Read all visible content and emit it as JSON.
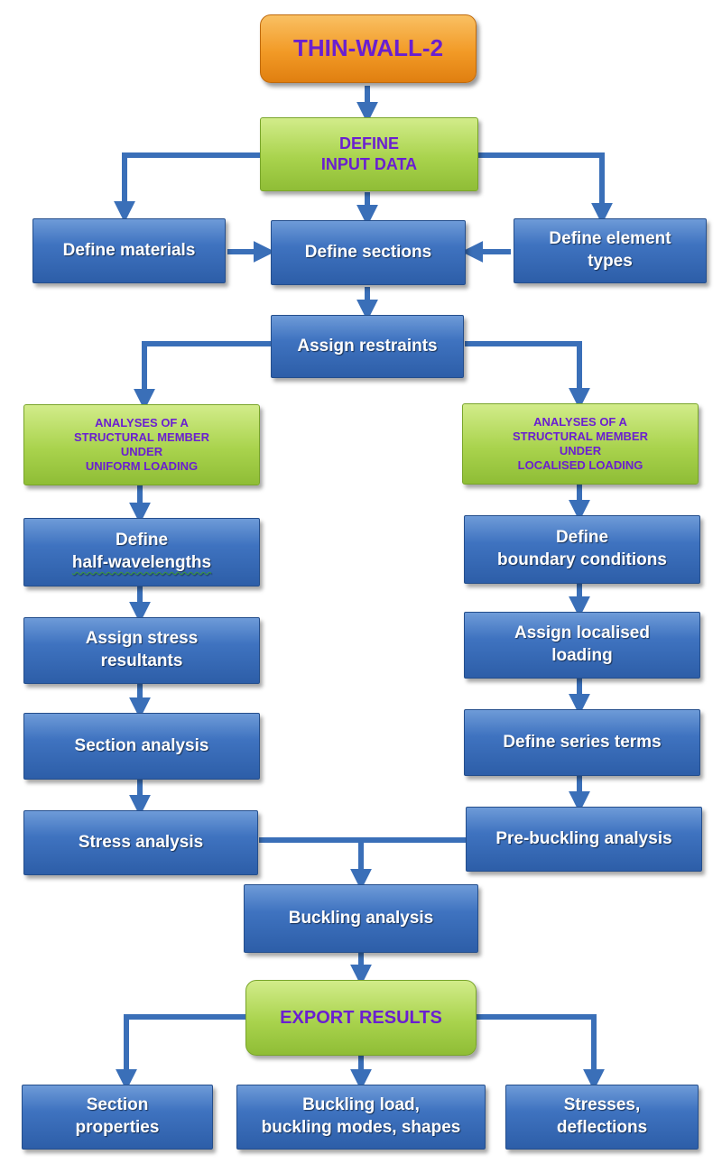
{
  "nodes": {
    "title": "THIN-WALL-2",
    "input_line1": "DEFINE",
    "input_line2": "INPUT DATA",
    "materials": "Define materials",
    "sections": "Define sections",
    "element_types_line1": "Define element",
    "element_types_line2": "types",
    "restraints": "Assign restraints",
    "uniform_line1": "ANALYSES OF A",
    "uniform_line2": "STRUCTURAL MEMBER",
    "uniform_line3": "UNDER",
    "uniform_line4": "UNIFORM LOADING",
    "localised_line1": "ANALYSES OF A",
    "localised_line2": "STRUCTURAL MEMBER",
    "localised_line3": "UNDER",
    "localised_line4": "LOCALISED LOADING",
    "half_line1": "Define",
    "half_line2": "half-wavelengths",
    "stress_res_line1": "Assign stress",
    "stress_res_line2": "resultants",
    "section_analysis": "Section analysis",
    "stress_analysis": "Stress analysis",
    "boundary_line1": "Define",
    "boundary_line2": "boundary conditions",
    "loc_load_line1": "Assign localised",
    "loc_load_line2": "loading",
    "series_terms": "Define series terms",
    "prebuckling": "Pre-buckling analysis",
    "buckling": "Buckling analysis",
    "export": "EXPORT RESULTS",
    "sec_props_line1": "Section",
    "sec_props_line2": "properties",
    "buck_load_line1": "Buckling load,",
    "buck_load_line2": "buckling modes, shapes",
    "stresses_line1": "Stresses,",
    "stresses_line2": "deflections"
  },
  "colors": {
    "blue_box": "#3f73c0",
    "green_box": "#a9d34d",
    "orange_box": "#f29a26",
    "label_purple": "#6a1fd0",
    "connector": "#3a6fb8"
  }
}
